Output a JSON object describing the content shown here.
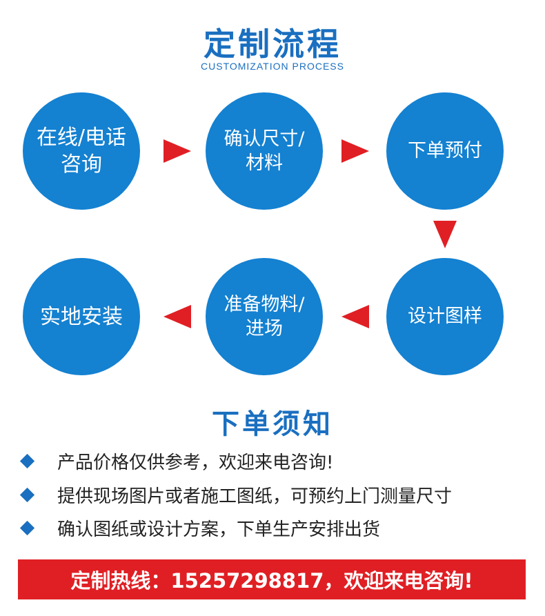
{
  "header": {
    "title": "定制流程",
    "subtitle": "CUSTOMIZATION PROCESS"
  },
  "process": {
    "steps": [
      {
        "label": "在线/电话咨询"
      },
      {
        "label": "确认尺寸/材料"
      },
      {
        "label": "下单预付"
      },
      {
        "label": "设计图样"
      },
      {
        "label": "准备物料/进场"
      },
      {
        "label": "实地安装"
      }
    ]
  },
  "notes": {
    "title": "下单须知",
    "items": [
      {
        "text": "产品价格仅供参考，欢迎来电咨询!"
      },
      {
        "text": "提供现场图片或者施工图纸，可预约上门测量尺寸"
      },
      {
        "text": "确认图纸或设计方案，下单生产安排出货"
      }
    ]
  },
  "hotline": {
    "text": "定制热线：15257298817，欢迎来电咨询!"
  },
  "colors": {
    "primary_blue": "#1a6fc0",
    "circle_blue": "#1481d1",
    "accent_red": "#e01f24"
  }
}
